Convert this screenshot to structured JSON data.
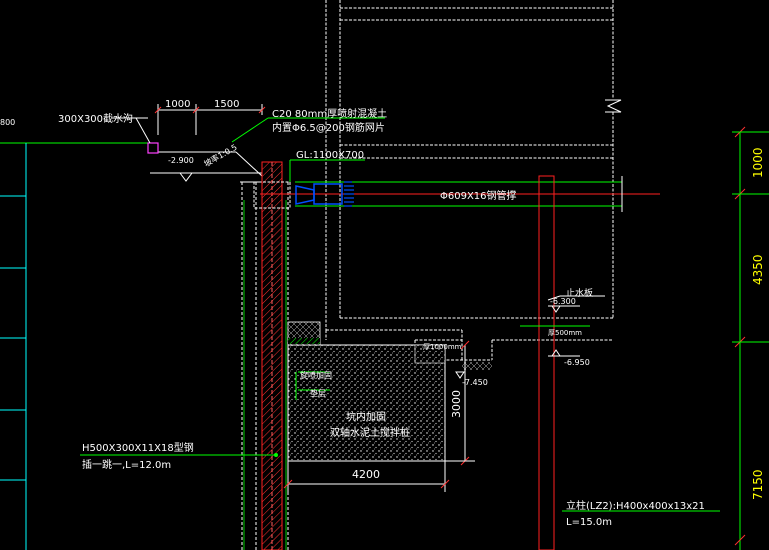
{
  "colors": {
    "background": "#000000",
    "structure": "#ffffff",
    "annotation": "#ffffff",
    "dimension": "#00ff00",
    "pile": "#ff2020",
    "pipe": "#00ff00",
    "strut": "#0040ff",
    "ground": "#00ffff",
    "secondary": "#ffff00",
    "magenta": "#ff40ff"
  },
  "labels": {
    "left_edge_num": "800",
    "drain": "300X300截水沟",
    "dim_1000": "1000",
    "dim_1500": "1500",
    "slope_line1": "C20 80mm厚喷射混凝土",
    "slope_line2": "内置Φ6.5@200钢筋网片",
    "elev_2900": "-2.900",
    "slope_ratio": "坡率1:0.5",
    "beam": "GL:1100X700",
    "steel_pipe": "Φ609X16钢管撑",
    "dim_right_1000": "1000",
    "dim_right_4350": "4350",
    "dim_right_7150": "7150",
    "waterstop": "止水板",
    "elev_6300": "-6.300",
    "thick_500": "厚500mm",
    "elev_6950": "-6.950",
    "slab_1000": "厚1000mm",
    "elev_7450": "-7.450",
    "dim_3000": "3000",
    "dim_4200": "4200",
    "reinforce_line1": "坑内加固",
    "reinforce_line2": "双轴水泥土搅拌桩",
    "pile_spec_line1": "H500X300X11X18型钢",
    "pile_spec_line2": "插一跳一,L=12.0m",
    "small_1": "旋喷加固",
    "small_2": "垫层",
    "column_line1": "立柱(LZ2):H400x400x13x21",
    "column_line2": "L=15.0m"
  }
}
